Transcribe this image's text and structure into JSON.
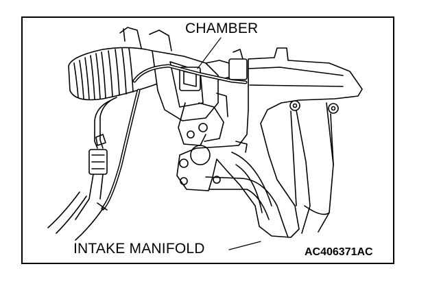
{
  "labels": {
    "chamber": "CHAMBER",
    "intake_manifold": "INTAKE MANIFOLD"
  },
  "figure_code": "AC406371AC"
}
